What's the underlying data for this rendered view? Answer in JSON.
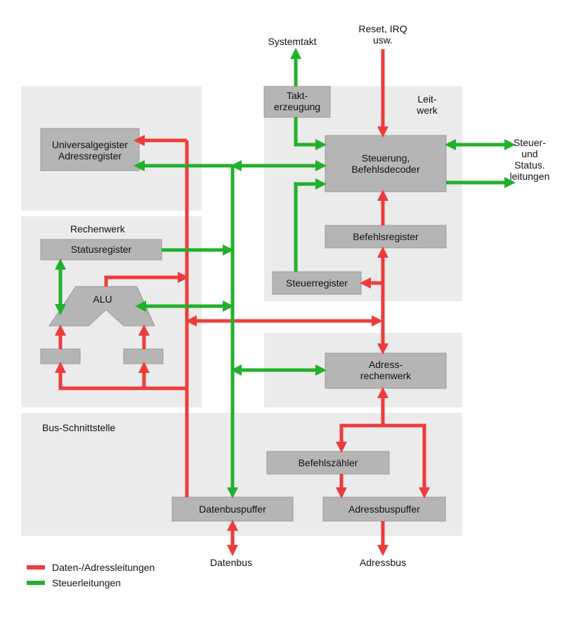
{
  "colors": {
    "data_line": "#ee3b3b",
    "control_line": "#22b02c",
    "box_fill": "#b5b5b5",
    "region_fill": "#ebebeb"
  },
  "regions": {
    "leitwerk": "Leit-\nwerk",
    "rechenwerk": "Rechenwerk",
    "bus_schnittstelle": "Bus-Schnittstelle"
  },
  "boxes": {
    "universalregister": "Universalgegister\nAdressregister",
    "takterzeugung": "Takt-\nerzeugung",
    "steuerung": "Steuerung,\nBefehlsdecoder",
    "befehlsregister": "Befehlsregister",
    "steuerregister": "Steuerregister",
    "statusregister": "Statusregister",
    "alu": "ALU",
    "adressrechenwerk": "Adress-\nrechenwerk",
    "befehlszaehler": "Befehlszähler",
    "datenbuspuffer": "Datenbuspuffer",
    "adressbuspuffer": "Adressbuspuffer"
  },
  "external": {
    "systemtakt": "Systemtakt",
    "reset_irq": "Reset, IRQ\nusw.",
    "steuer_status": "Steuer-\nund\nStatus.\nleitungen",
    "datenbus": "Datenbus",
    "adressbus": "Adressbus"
  },
  "legend": {
    "data": "Daten-/Adressleitungen",
    "control": "Steuerleitungen"
  }
}
